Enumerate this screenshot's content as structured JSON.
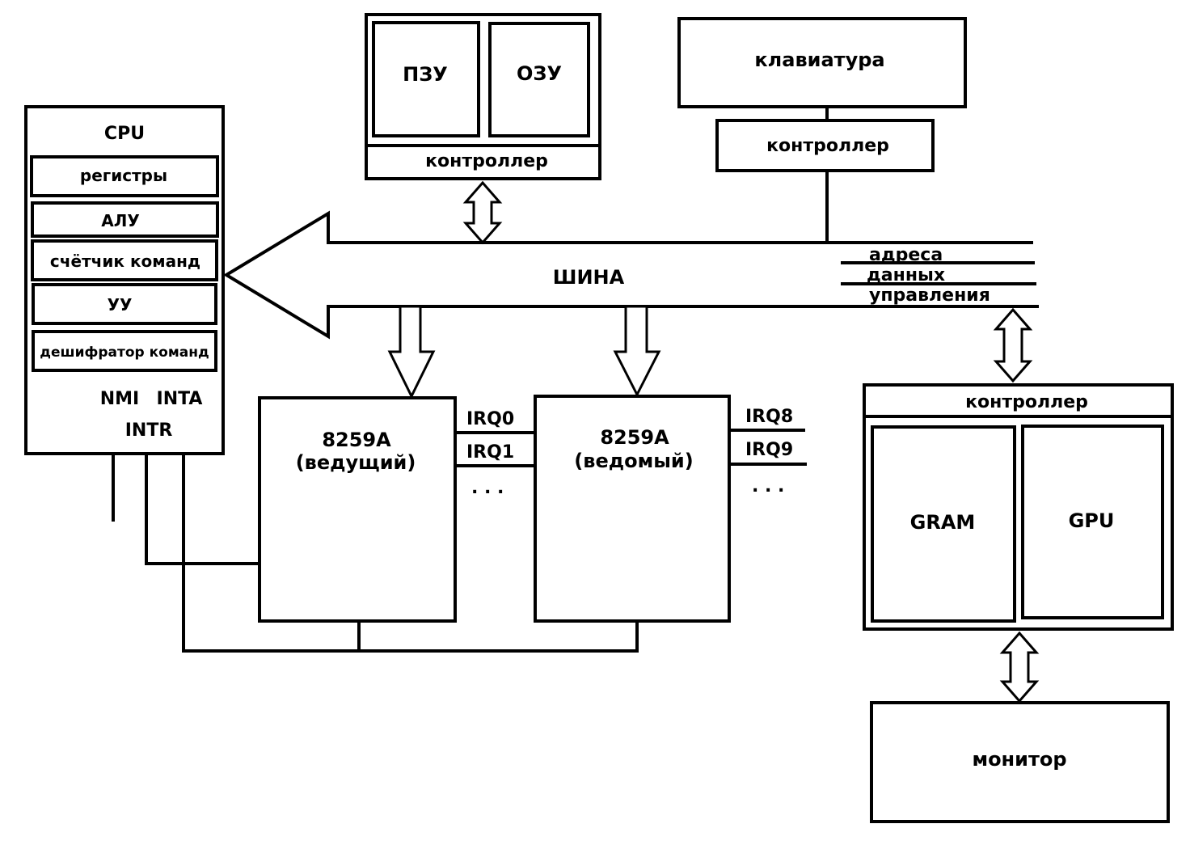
{
  "cpu": {
    "title": "CPU",
    "blocks": [
      "регистры",
      "АЛУ",
      "счётчик команд",
      "УУ",
      "дешифратор команд"
    ],
    "pin_nmi": "NMI",
    "pin_inta": "INTA",
    "pin_intr": "INTR"
  },
  "memory": {
    "rom": "ПЗУ",
    "ram": "ОЗУ",
    "controller": "контроллер"
  },
  "keyboard": {
    "title": "клавиатура",
    "controller": "контроллер"
  },
  "bus": {
    "title": "ШИНА",
    "lines": [
      "адреса",
      "данных",
      "управления"
    ]
  },
  "pic_master": {
    "name": "8259A",
    "role": "(ведущий)",
    "irq": [
      "IRQ0",
      "IRQ1"
    ],
    "ellipsis": ". . ."
  },
  "pic_slave": {
    "name": "8259A",
    "role": "(ведомый)",
    "irq": [
      "IRQ8",
      "IRQ9"
    ],
    "ellipsis": ". . ."
  },
  "video": {
    "controller": "контроллер",
    "gram": "GRAM",
    "gpu": "GPU"
  },
  "monitor": {
    "title": "монитор"
  },
  "colors": {
    "stroke": "#000000",
    "background": "#ffffff"
  }
}
